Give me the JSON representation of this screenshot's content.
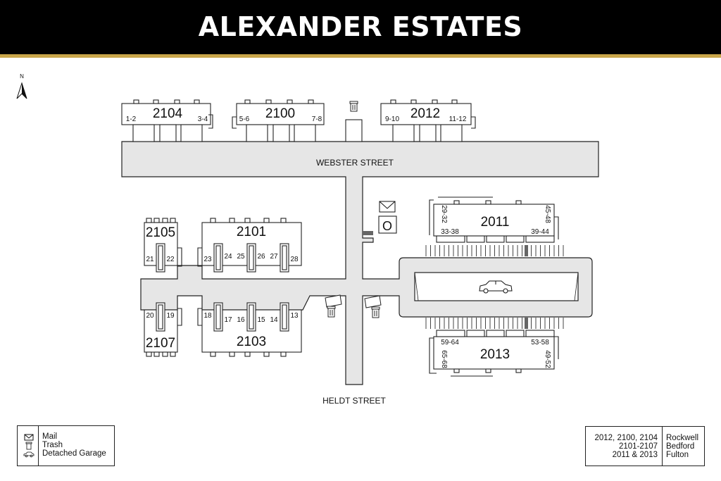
{
  "title": "ALEXANDER ESTATES",
  "compass": {
    "label": "N"
  },
  "streets": {
    "top": "WEBSTER STREET",
    "bottom": "HELDT STREET"
  },
  "buildings": {
    "b2104": {
      "name": "2104",
      "left": "1-2",
      "right": "3-4"
    },
    "b2100": {
      "name": "2100",
      "left": "5-6",
      "right": "7-8"
    },
    "b2012": {
      "name": "2012",
      "left": "9-10",
      "right": "11-12"
    },
    "b2105": {
      "name": "2105",
      "u1": "21",
      "u2": "22"
    },
    "b2101": {
      "name": "2101",
      "u1": "23",
      "u2": "24",
      "u3": "25",
      "u4": "26",
      "u5": "27",
      "u6": "28"
    },
    "b2107": {
      "name": "2107",
      "u1": "20",
      "u2": "19"
    },
    "b2103": {
      "name": "2103",
      "u1": "18",
      "u2": "17",
      "u3": "16",
      "u4": "15",
      "u5": "14",
      "u6": "13"
    },
    "b2011": {
      "name": "2011",
      "u1": "29-32",
      "u2": "33-38",
      "u3": "39-44",
      "u4": "45-48"
    },
    "b2013": {
      "name": "2013",
      "u1": "59-64",
      "u2": "65-68",
      "u3": "53-58",
      "u4": "49-52"
    }
  },
  "office_label": "O",
  "legend": {
    "mail": "Mail",
    "trash": "Trash",
    "garage": "Detached Garage"
  },
  "color_key": {
    "left": [
      "2012, 2100, 2104",
      "2101-2107",
      "2011 & 2013"
    ],
    "right": [
      "Rockwell",
      "Bedford",
      "Fulton"
    ]
  },
  "colors": {
    "header_bg": "#000000",
    "header_stripe": "#c9a64a",
    "road": "#e6e6e6"
  }
}
